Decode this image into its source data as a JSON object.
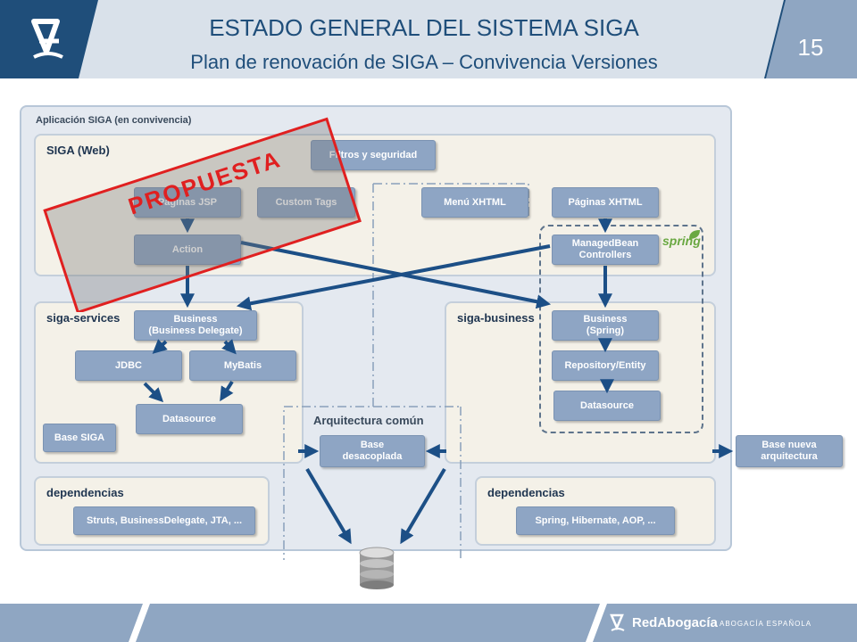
{
  "header": {
    "title": "ESTADO GENERAL DEL SISTEMA SIGA",
    "subtitle": "Plan de renovación de SIGA – Convivencia Versiones",
    "page_number": "15"
  },
  "footer": {
    "brand": "RedAbogacía",
    "brand_sub": "ABOGACÍA ESPAÑOLA"
  },
  "diagram": {
    "outer_label": "Aplicación SIGA (en convivencia)",
    "web_label": "SIGA (Web)",
    "services_label": "siga-services",
    "business_label": "siga-business",
    "deps_left_label": "dependencias",
    "deps_right_label": "dependencias",
    "arch_label": "Arquitectura común",
    "spring_logo": "spring",
    "overlay_stamp": "PROPUESTA",
    "boxes": {
      "filtros": "Filtros y seguridad",
      "paginas_jsp": "Páginas JSP",
      "custom_tags": "Custom Tags",
      "menu_xhtml": "Menú XHTML",
      "paginas_xhtml": "Páginas XHTML",
      "action": "Action",
      "managed_bean_1": "ManagedBean",
      "managed_bean_2": "Controllers",
      "business_delegate_1": "Business",
      "business_delegate_2": "(Business Delegate)",
      "jdbc": "JDBC",
      "mybatis": "MyBatis",
      "datasource_left": "Datasource",
      "base_siga": "Base SIGA",
      "business_spring_1": "Business",
      "business_spring_2": "(Spring)",
      "repository": "Repository/Entity",
      "datasource_right": "Datasource",
      "base_desacoplada_1": "Base",
      "base_desacoplada_2": "desacoplada",
      "base_nueva_1": "Base nueva",
      "base_nueva_2": "arquitectura",
      "deps_left": "Struts, BusinessDelegate, JTA, ...",
      "deps_right": "Spring, Hibernate, AOP, ..."
    }
  }
}
